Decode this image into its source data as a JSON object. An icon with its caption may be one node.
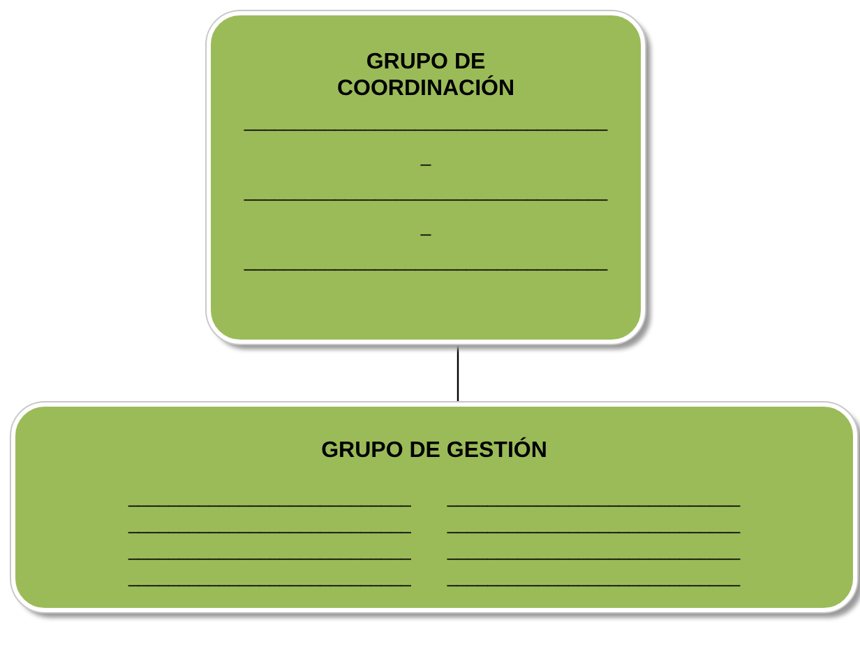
{
  "diagram": {
    "nodes": [
      {
        "text": [
          "GRUPO DE COORDINACIÓN",
          "____________________________________",
          "_",
          "____________________________________",
          "_",
          "____________________________________"
        ]
      },
      {
        "text": [
          "GRUPO DE GESTIÓN",
          "____________________________",
          "_____________________________",
          "____________________________",
          "_____________________________",
          "____________________________",
          "_____________________________",
          "____________________________",
          "_____________________________"
        ]
      }
    ],
    "edges": [
      {
        "from": 0,
        "to": 1,
        "arrow": "none"
      }
    ]
  }
}
